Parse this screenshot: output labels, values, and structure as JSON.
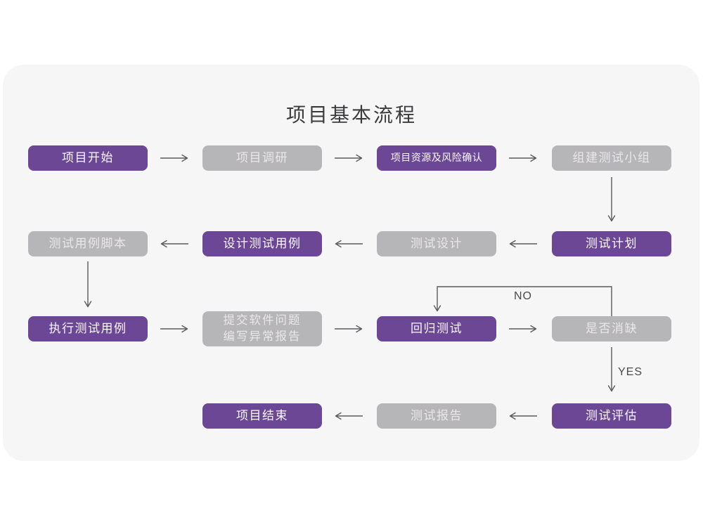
{
  "title": "项目基本流程",
  "colors": {
    "accent_purple": "#6B4796",
    "node_gray": "#B6B5B7",
    "card_background": "#F6F6F7",
    "arrow": "#5A5A5E",
    "title_text": "#3B3A3C"
  },
  "nodes": [
    {
      "id": "project-start",
      "label": "项目开始",
      "variant": "purple"
    },
    {
      "id": "project-research",
      "label": "项目调研",
      "variant": "gray"
    },
    {
      "id": "resource-risk",
      "label": "项目资源及风险确认",
      "variant": "purple"
    },
    {
      "id": "build-test-team",
      "label": "组建测试小组",
      "variant": "gray"
    },
    {
      "id": "test-plan",
      "label": "测试计划",
      "variant": "purple"
    },
    {
      "id": "test-design",
      "label": "测试设计",
      "variant": "gray"
    },
    {
      "id": "design-test-case",
      "label": "设计测试用例",
      "variant": "purple"
    },
    {
      "id": "test-case-script",
      "label": "测试用例脚本",
      "variant": "gray"
    },
    {
      "id": "execute-test-case",
      "label": "执行测试用例",
      "variant": "purple"
    },
    {
      "id": "submit-issues",
      "label": "提交软件问题\n编写异常报告",
      "variant": "gray"
    },
    {
      "id": "regression-test",
      "label": "回归测试",
      "variant": "purple"
    },
    {
      "id": "defect-cleared",
      "label": "是否消缺",
      "variant": "gray"
    },
    {
      "id": "test-evaluation",
      "label": "测试评估",
      "variant": "purple"
    },
    {
      "id": "test-report",
      "label": "测试报告",
      "variant": "gray"
    },
    {
      "id": "project-end",
      "label": "项目结束",
      "variant": "purple"
    }
  ],
  "edges": [
    {
      "from": "project-start",
      "to": "project-research",
      "label": ""
    },
    {
      "from": "project-research",
      "to": "resource-risk",
      "label": ""
    },
    {
      "from": "resource-risk",
      "to": "build-test-team",
      "label": ""
    },
    {
      "from": "build-test-team",
      "to": "test-plan",
      "label": ""
    },
    {
      "from": "test-plan",
      "to": "test-design",
      "label": ""
    },
    {
      "from": "test-design",
      "to": "design-test-case",
      "label": ""
    },
    {
      "from": "design-test-case",
      "to": "test-case-script",
      "label": ""
    },
    {
      "from": "test-case-script",
      "to": "execute-test-case",
      "label": ""
    },
    {
      "from": "execute-test-case",
      "to": "submit-issues",
      "label": ""
    },
    {
      "from": "submit-issues",
      "to": "regression-test",
      "label": ""
    },
    {
      "from": "regression-test",
      "to": "defect-cleared",
      "label": ""
    },
    {
      "from": "defect-cleared",
      "to": "regression-test",
      "label": "NO"
    },
    {
      "from": "defect-cleared",
      "to": "test-evaluation",
      "label": "YES"
    },
    {
      "from": "test-evaluation",
      "to": "test-report",
      "label": ""
    },
    {
      "from": "test-report",
      "to": "project-end",
      "label": ""
    }
  ]
}
